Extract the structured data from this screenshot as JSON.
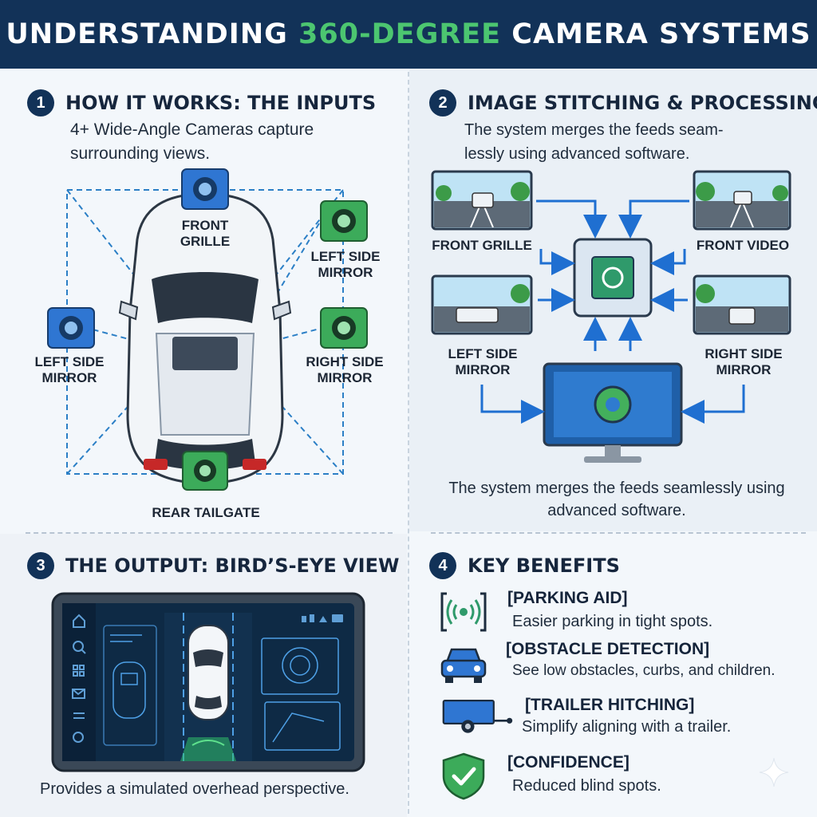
{
  "title": {
    "part1": "UNDERSTANDING ",
    "highlight": "360-DEGREE",
    "part2": " CAMERA SYSTEMS"
  },
  "colors": {
    "navy": "#123258",
    "green": "#4cc670",
    "blue": "#1f6fd1",
    "camera_blue": "#2f76d2",
    "camera_green": "#3cab5a"
  },
  "section1": {
    "number": "1",
    "title": "HOW IT WORKS: THE INPUTS",
    "description": "4+ Wide-Angle Cameras capture surrounding views.",
    "cameras": [
      {
        "label": "FRONT\nGRILLE",
        "icon": "camera-icon"
      },
      {
        "label": "LEFT SIDE\nMIRROR",
        "icon": "camera-icon"
      },
      {
        "label": "LEFT SIDE\nMIRROR",
        "icon": "camera-icon"
      },
      {
        "label": "RIGHT SIDE\nMIRROR",
        "icon": "camera-icon"
      },
      {
        "label": "REAR TAILGATE",
        "icon": "camera-icon"
      }
    ]
  },
  "section2": {
    "number": "2",
    "title": "IMAGE STITCHING & PROCESSING",
    "description": "The system merges the feeds seam-lessly using advanced software.",
    "feeds": [
      {
        "label": "FRONT GRILLE"
      },
      {
        "label": "FRONT VIDEO"
      },
      {
        "label": "LEFT SIDE\nMIRROR"
      },
      {
        "label": "RIGHT SIDE\nMIRROR"
      }
    ],
    "caption": "The system merges the feeds seamlessly using advanced software."
  },
  "section3": {
    "number": "3",
    "title": "THE OUTPUT: BIRD’S-EYE VIEW",
    "caption": "Provides a simulated overhead perspective."
  },
  "section4": {
    "number": "4",
    "title": "KEY BENEFITS",
    "benefits": [
      {
        "title": "[PARKING AID]",
        "desc": "Easier parking in tight spots.",
        "icon": "parking-sensor-icon"
      },
      {
        "title": "[OBSTACLE DETECTION]",
        "desc": "See low obstacles, curbs, and children.",
        "icon": "car-front-icon"
      },
      {
        "title": "[TRAILER HITCHING]",
        "desc": "Simplify aligning with a trailer.",
        "icon": "trailer-icon"
      },
      {
        "title": "[CONFIDENCE]",
        "desc": "Reduced blind spots.",
        "icon": "shield-check-icon"
      }
    ]
  }
}
